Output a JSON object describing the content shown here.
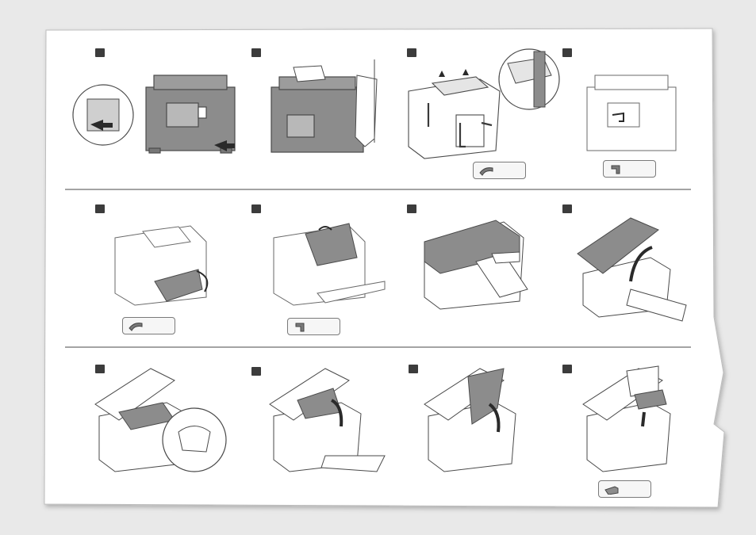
{
  "page": {
    "sheet_color": "#ffffff",
    "background_color": "#e9e9e9",
    "line_color": "#6e6e6e",
    "printer_outline": "#4a4a4a",
    "printer_fill_light": "#ffffff",
    "printer_fill_dark": "#8c8c8c",
    "badge_color": "#3c3c3c"
  },
  "steps": [
    {
      "row": 1,
      "col": 1,
      "scene": "rear-view-insert-tab",
      "icon": "arrow-icon"
    },
    {
      "row": 1,
      "col": 2,
      "scene": "lift-printer-hands",
      "icon": "hands-icon"
    },
    {
      "row": 1,
      "col": 3,
      "scene": "remove-orange-tapes",
      "icon": "tape-tag-icon"
    },
    {
      "row": 1,
      "col": 4,
      "scene": "remove-rear-tape",
      "icon": "tape-tag-icon"
    },
    {
      "row": 2,
      "col": 1,
      "scene": "remove-front-tape",
      "icon": "tape-tag-icon"
    },
    {
      "row": 2,
      "col": 2,
      "scene": "remove-top-tape",
      "icon": "tape-tag-icon"
    },
    {
      "row": 2,
      "col": 3,
      "scene": "remove-protective-sheet",
      "icon": "hand-icon"
    },
    {
      "row": 2,
      "col": 4,
      "scene": "open-scanning-platform",
      "icon": "curved-arrow-icon"
    },
    {
      "row": 3,
      "col": 1,
      "scene": "open-toner-cover",
      "icon": "hand-icon"
    },
    {
      "row": 3,
      "col": 2,
      "scene": "lift-inner-cover",
      "icon": "curved-arrow-icon"
    },
    {
      "row": 3,
      "col": 3,
      "scene": "remove-packing-sheet",
      "icon": "curved-arrow-icon"
    },
    {
      "row": 3,
      "col": 4,
      "scene": "remove-packing-material",
      "icon": "curved-arrow-icon"
    }
  ]
}
